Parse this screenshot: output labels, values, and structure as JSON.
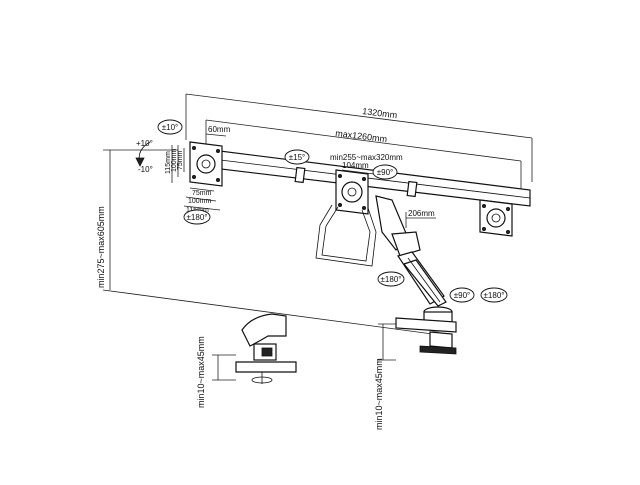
{
  "labels": {
    "overall_width": "1320mm",
    "max_width": "max1260mm",
    "vesa_60": "60mm",
    "vesa_75h": "75mm",
    "vesa_100h": "100mm",
    "vesa_115h": "115mm",
    "vesa_75w": "75mm",
    "vesa_100w": "100mm",
    "vesa_115w": "115mm",
    "tilt_up": "+10°",
    "tilt_down": "-10°",
    "rot_left_top": "±10°",
    "rot_left_bottom": "±180°",
    "rot_mid_top": "±15°",
    "span_center": "min255~max320mm",
    "vesa_center": "104mm",
    "rot_center": "±90°",
    "arm_206": "206mm",
    "rot_pole": "±180°",
    "rot_base_a": "±90°",
    "rot_base_b": "±180°",
    "height_range": "min275~max605mm",
    "clamp_left": "min10~max45mm",
    "clamp_right": "min10~max45mm"
  },
  "colors": {
    "line": "#111111",
    "background": "#ffffff"
  }
}
